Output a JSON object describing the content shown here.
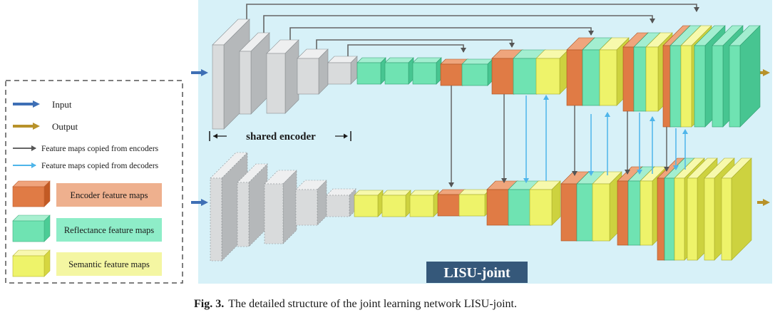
{
  "legend": {
    "input": "Input",
    "output": "Output",
    "copied_from_encoders": "Feature maps copied from encoders",
    "copied_from_decoders": "Feature maps copied from decoders",
    "encoder_maps": "Encoder feature maps",
    "reflectance_maps": "Reflectance feature maps",
    "semantic_maps": "Semantic feature maps"
  },
  "shared_encoder_label": "shared encoder",
  "network_title": "LISU-joint",
  "caption": {
    "fig_label": "Fig. 3.",
    "text": "The detailed structure of the joint learning network LISU-joint."
  },
  "colors": {
    "panel": "#d7f1f8",
    "gray": "#d9dbdc",
    "encoder": "#e07b45",
    "reflectance": "#6fe3b2",
    "semantic": "#eef36a",
    "arrow_input": "#3e6fb5",
    "arrow_output": "#b8922a",
    "arrow_encoder_copy": "#666666",
    "arrow_decoder_copy": "#4eb5ea",
    "title_box": "#35587a"
  }
}
